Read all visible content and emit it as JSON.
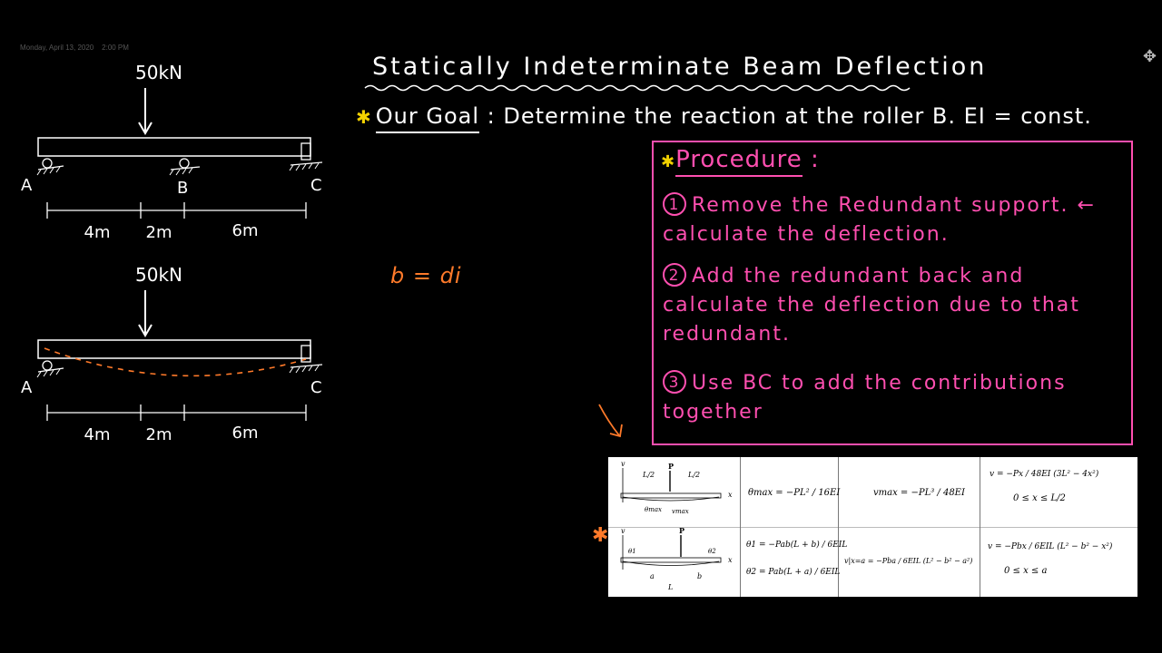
{
  "header": {
    "date": "Monday, April 13, 2020",
    "time": "2:00 PM",
    "title": "Statically Indeterminate Beam Deflection"
  },
  "goal": {
    "label": "Our Goal",
    "text": "Determine the reaction at the roller B. EI = const."
  },
  "beams": [
    {
      "load": "50kN",
      "supports": [
        "A",
        "B",
        "C"
      ],
      "dims": [
        "4m",
        "2m",
        "6m"
      ]
    },
    {
      "load": "50kN",
      "supports": [
        "A",
        "C"
      ],
      "dims": [
        "4m",
        "2m",
        "6m"
      ]
    }
  ],
  "note": "b = di",
  "procedure": {
    "title": "Procedure",
    "steps": [
      {
        "num": "1",
        "text": "Remove the Redundant support. ← calculate the deflection."
      },
      {
        "num": "2",
        "text": "Add the redundant back and calculate the deflection due to that redundant."
      },
      {
        "num": "3",
        "text": "Use BC to add the contributions together"
      }
    ]
  },
  "table": {
    "row1": {
      "diagram_labels": [
        "v",
        "P",
        "L/2",
        "L/2",
        "x",
        "θmax",
        "vmax"
      ],
      "slope": "θmax = −PL² / 16EI",
      "max_deflection": "vmax = −PL³ / 48EI",
      "elastic_curve": "v = −Px / 48EI (3L² − 4x²)",
      "range": "0 ≤ x ≤ L/2"
    },
    "row2": {
      "diagram_labels": [
        "v",
        "P",
        "θ1",
        "θ2",
        "a",
        "b",
        "L",
        "x"
      ],
      "slope1": "θ1 = −Pab(L + b) / 6EIL",
      "slope2": "θ2 = Pab(L + a) / 6EIL",
      "deflection_at_a": "v|x=a = −Pba / 6EIL (L² − b² − a²)",
      "elastic_curve": "v = −Pbx / 6EIL (L² − b² − x²)",
      "range": "0 ≤ x ≤ a"
    }
  },
  "colors": {
    "background": "#000000",
    "chalk": "#ffffff",
    "pink": "#ff4fb0",
    "orange": "#ff7a2a",
    "yellow": "#f2d100"
  }
}
